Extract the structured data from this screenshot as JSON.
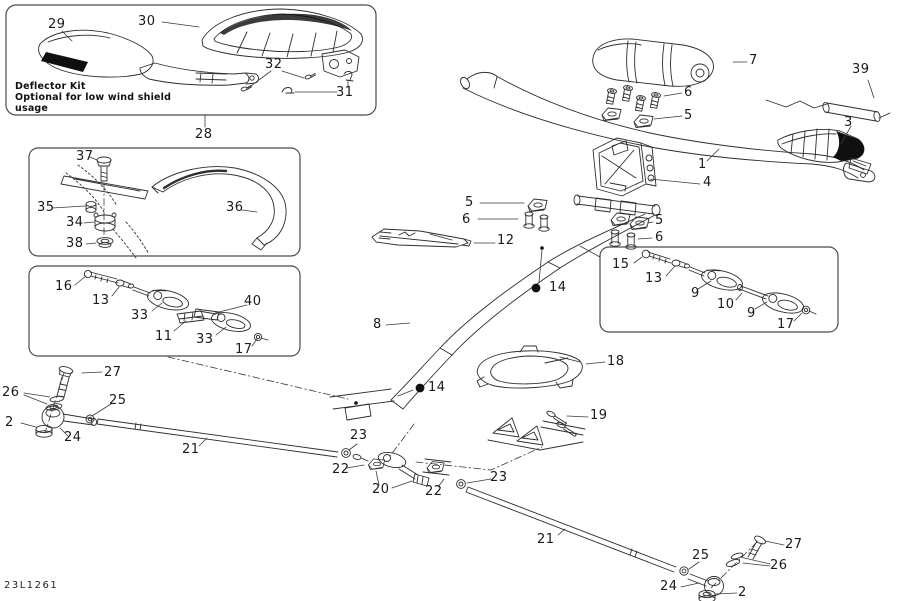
{
  "diagram": {
    "drawing_code": "23L1261",
    "note": {
      "line1": "Deflector Kit",
      "line2": "Optional for low wind shield",
      "line3": "usage"
    },
    "callouts": {
      "c29": "29",
      "c30": "30",
      "c32": "32",
      "c31": "31",
      "c28": "28",
      "c37": "37",
      "c35": "35",
      "c34": "34",
      "c38": "38",
      "c36": "36",
      "c16": "16",
      "c13a": "13",
      "c33a": "33",
      "c11": "11",
      "c40": "40",
      "c33b": "33",
      "c17a": "17",
      "c7": "7",
      "c39": "39",
      "c6a": "6",
      "c5a": "5",
      "c3": "3",
      "c1": "1",
      "c4": "4",
      "c5b": "5",
      "c6b": "6",
      "c12": "12",
      "c5c": "5",
      "c6c": "6",
      "c14a": "14",
      "c15": "15",
      "c13b": "13",
      "c9a": "9",
      "c10": "10",
      "c9b": "9",
      "c17b": "17",
      "c8": "8",
      "c18": "18",
      "c14b": "14",
      "c19": "19",
      "c27a": "27",
      "c26a": "26",
      "c2a": "2",
      "c25a": "25",
      "c24a": "24",
      "c21a": "21",
      "c23a": "23",
      "c22a": "22",
      "c20": "20",
      "c22b": "22",
      "c23b": "23",
      "c21b": "21",
      "c25b": "25",
      "c27b": "27",
      "c26b": "26",
      "c24b": "24",
      "c2b": "2"
    }
  }
}
